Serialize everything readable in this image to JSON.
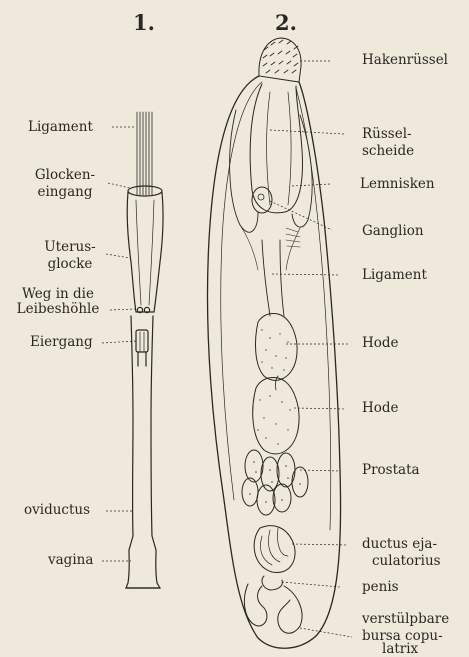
{
  "figure_1": {
    "number": "1.",
    "labels": {
      "ligament": "Ligament",
      "glocken_a": "Glocken-",
      "glocken_b": "eingang",
      "uterus_a": "Uterus-",
      "uterus_b": "glocke",
      "weg_a": "Weg in die",
      "weg_b": "Leibeshöhle",
      "eiergang": "Eiergang",
      "oviductus": "oviductus",
      "vagina": "vagina"
    }
  },
  "figure_2": {
    "number": "2.",
    "labels": {
      "hakenruessel": "Hakenrüssel",
      "ruessel_a": "Rüssel-",
      "ruessel_b": "scheide",
      "lemnisken": "Lemnisken",
      "ganglion": "Ganglion",
      "ligament": "Ligament",
      "hode1": "Hode",
      "hode2": "Hode",
      "prostata": "Prostata",
      "ductus_a": "ductus eja-",
      "ductus_b": "culatorius",
      "penis": "penis",
      "bursa_a": "verstülpbare",
      "bursa_b": "bursa copu-",
      "bursa_c": "latrix"
    }
  },
  "colors": {
    "ink": "#2a2622",
    "paper": "#efe9dc"
  }
}
